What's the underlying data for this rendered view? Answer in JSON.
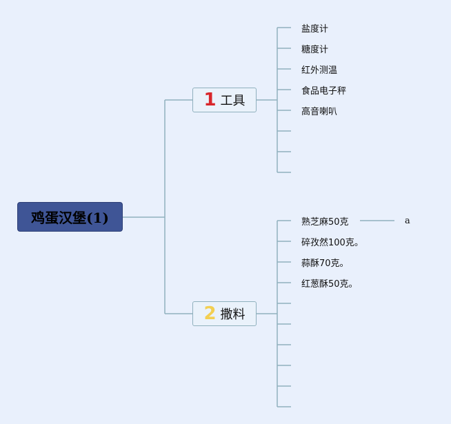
{
  "root": {
    "title": "鸡蛋汉堡(1)"
  },
  "branches": [
    {
      "number": "1",
      "number_color": "#d8262b",
      "label": "工具",
      "items": [
        "盐度计",
        "糖度计",
        "红外测温",
        "食品电子秤",
        "高音喇叭",
        "",
        "",
        ""
      ]
    },
    {
      "number": "2",
      "number_color": "#f3cf52",
      "label": "撒料",
      "items": [
        "熟芝麻50克",
        "碎孜然100克。",
        "蒜酥70克。",
        "红葱酥50克。",
        "",
        "",
        "",
        "",
        "",
        ""
      ]
    }
  ],
  "sub_note": "a",
  "colors": {
    "background": "#e9f0fc",
    "root": "#3f5596",
    "line": "#8fb0bd"
  }
}
